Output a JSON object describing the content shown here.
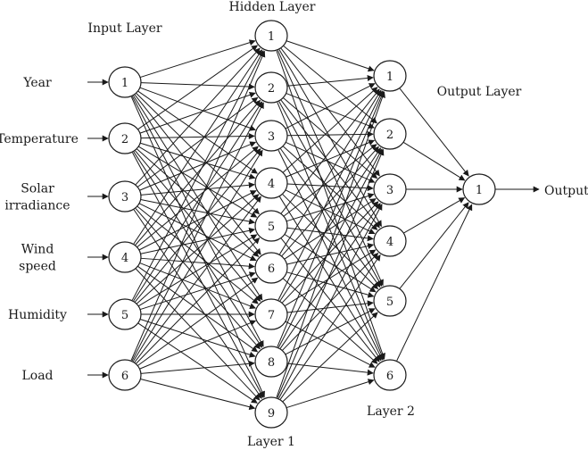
{
  "diagram": {
    "layers": {
      "input_title": "Input Layer",
      "hidden_title": "Hidden Layer",
      "output_title": "Output Layer",
      "hidden1_label": "Layer 1",
      "hidden2_label": "Layer 2"
    },
    "inputs": [
      {
        "lines": [
          "Year"
        ],
        "node": "1"
      },
      {
        "lines": [
          "Temperature"
        ],
        "node": "2"
      },
      {
        "lines": [
          "Solar",
          "irradiance"
        ],
        "node": "3"
      },
      {
        "lines": [
          "Wind",
          "speed"
        ],
        "node": "4"
      },
      {
        "lines": [
          "Humidity"
        ],
        "node": "5"
      },
      {
        "lines": [
          "Load"
        ],
        "node": "6"
      }
    ],
    "hidden1_nodes": [
      "1",
      "2",
      "3",
      "4",
      "5",
      "6",
      "7",
      "8",
      "9"
    ],
    "hidden2_nodes": [
      "1",
      "2",
      "3",
      "4",
      "5",
      "6"
    ],
    "output_nodes": [
      "1"
    ],
    "output_label": "Output",
    "colors": {
      "stroke": "#1a1a1a",
      "background": "#ffffff"
    }
  }
}
